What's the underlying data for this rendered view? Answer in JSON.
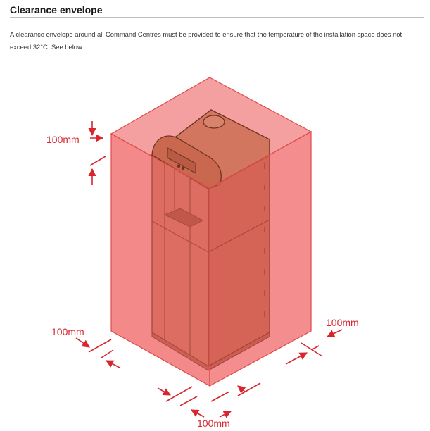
{
  "section": {
    "title": "Clearance envelope",
    "paragraph": "A clearance envelope around all Command Centres must be provided to ensure that the temperature of the installation space does not exceed 32°C. See below:"
  },
  "diagram": {
    "labels": {
      "top": "100mm",
      "left": "100mm",
      "right": "100mm",
      "bottom": "100mm"
    },
    "colors": {
      "envelope_fill": "#f08080",
      "envelope_edge": "#e04a4a",
      "unit_body": "#c96a52",
      "unit_outline": "#7a3a2a",
      "dimension": "#d7262e"
    },
    "icons": [
      "arrow-icon"
    ]
  }
}
